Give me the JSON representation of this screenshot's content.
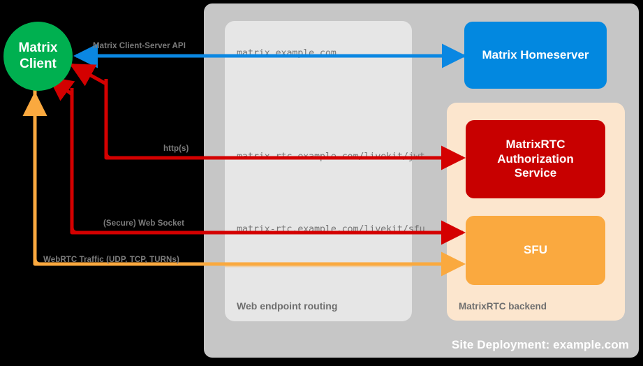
{
  "diagram": {
    "site_deployment_label": "Site Deployment: example.com",
    "web_routing_label": "Web endpoint routing",
    "rtc_backend_label": "MatrixRTC backend"
  },
  "nodes": {
    "client": {
      "line1": "Matrix",
      "line2": "Client",
      "color": "#00b050"
    },
    "homeserver": {
      "label": "Matrix Homeserver",
      "color": "#0288e0"
    },
    "auth_service": {
      "line1": "MatrixRTC",
      "line2": "Authorization",
      "line3": "Service",
      "color": "#c80000"
    },
    "sfu": {
      "label": "SFU",
      "color": "#faa93f"
    }
  },
  "endpoints": [
    {
      "text": "matrix.example.com"
    },
    {
      "text": "matrix-rtc.example.com/livekit/jwt"
    },
    {
      "text": "matrix-rtc.example.com/livekit/sfu"
    }
  ],
  "flows": [
    {
      "label": "Matrix Client-Server API",
      "color": "#0a87e2"
    },
    {
      "label": "http(s)",
      "color": "#d40000"
    },
    {
      "label": "(Secure) Web Socket",
      "color": "#d40000"
    },
    {
      "label": "WebRTC Traffic (UDP, TCP, TURNs)",
      "color": "#faa93f"
    }
  ],
  "colors": {
    "background": "#000000",
    "site_container": "#c6c6c6",
    "routing_panel": "#e6e6e6",
    "rtc_panel": "#fce6ce",
    "mono_text": "#787878",
    "label_text": "#7c7c7c"
  }
}
